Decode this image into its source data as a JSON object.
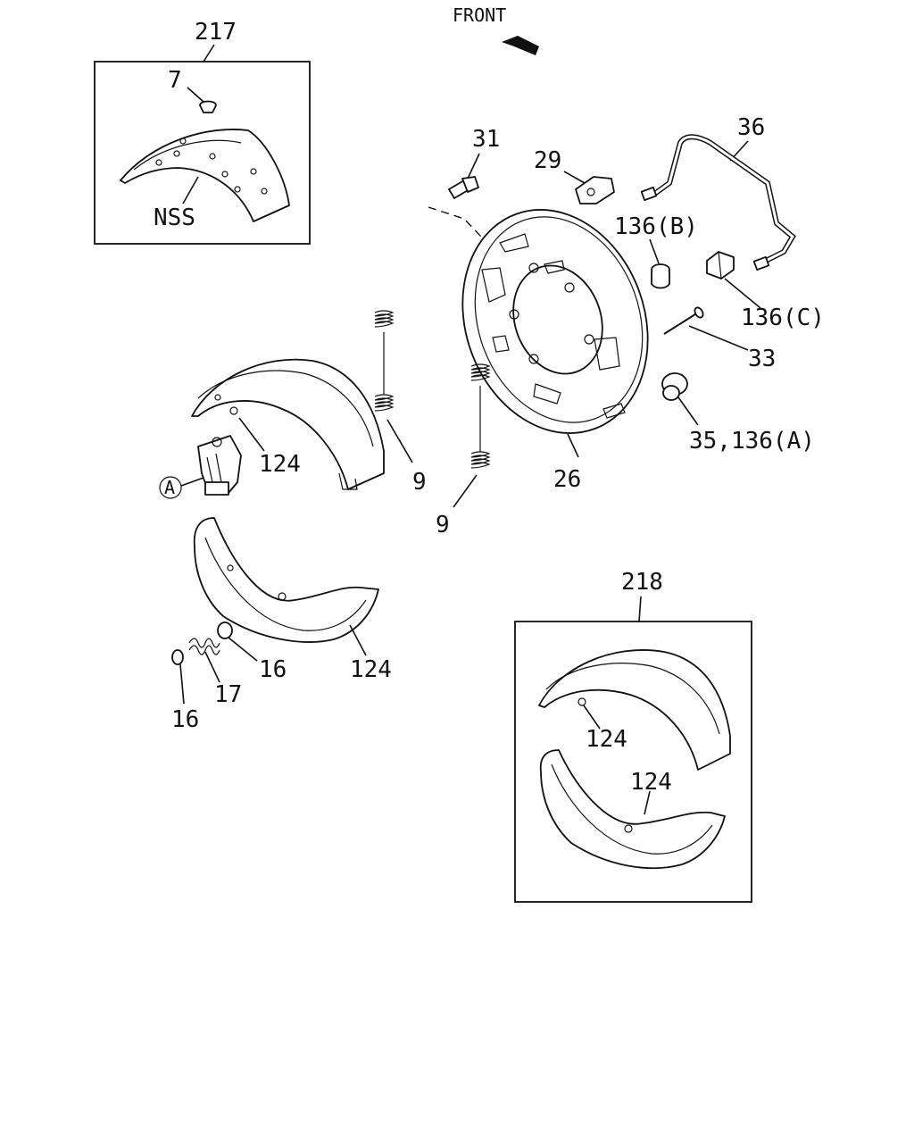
{
  "diagram": {
    "front_label": "FRONT",
    "callouts": {
      "kit_217": "217",
      "c7": "7",
      "nss": "NSS",
      "c31": "31",
      "c29": "29",
      "c36": "36",
      "c136b": "136(B)",
      "c136c": "136(C)",
      "c33": "33",
      "c35_136a": "35,136(A)",
      "c26": "26",
      "c9_upper": "9",
      "c9_lower": "9",
      "c124_upper": "124",
      "c124_lower": "124",
      "marker_a": "A",
      "c16_right": "16",
      "c17": "17",
      "c16_left": "16",
      "kit_218": "218",
      "c124_kit_upper": "124",
      "c124_kit_lower": "124"
    }
  }
}
